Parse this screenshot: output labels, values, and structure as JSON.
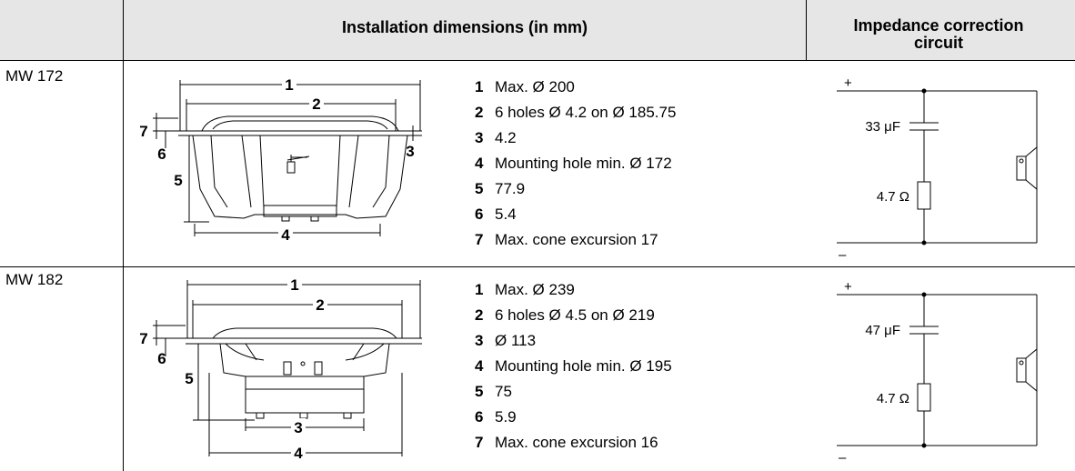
{
  "header": {
    "installation_title": "Installation dimensions (in mm)",
    "impedance_title_line1": "Impedance correction",
    "impedance_title_line2": "circuit"
  },
  "rows": [
    {
      "model": "MW 172",
      "items": [
        {
          "num": "1",
          "text": "Max. Ø 200"
        },
        {
          "num": "2",
          "text": "6 holes Ø 4.2 on Ø 185.75"
        },
        {
          "num": "3",
          "text": "4.2"
        },
        {
          "num": "4",
          "text": "Mounting hole min. Ø 172"
        },
        {
          "num": "5",
          "text": "77.9"
        },
        {
          "num": "6",
          "text": "5.4"
        },
        {
          "num": "7",
          "text": "Max. cone excursion 17"
        }
      ],
      "drawing_labels": {
        "d1": "1",
        "d2": "2",
        "d3": "3",
        "d4": "4",
        "d5": "5",
        "d6": "6",
        "d7": "7"
      },
      "circuit": {
        "capacitor": "33 μF",
        "resistor": "4.7 Ω",
        "plus": "+",
        "minus": "–"
      }
    },
    {
      "model": "MW 182",
      "items": [
        {
          "num": "1",
          "text": "Max. Ø 239"
        },
        {
          "num": "2",
          "text": "6 holes Ø 4.5 on Ø 219"
        },
        {
          "num": "3",
          "text": "Ø 113"
        },
        {
          "num": "4",
          "text": "Mounting hole min. Ø 195"
        },
        {
          "num": "5",
          "text": "75"
        },
        {
          "num": "6",
          "text": "5.9"
        },
        {
          "num": "7",
          "text": "Max. cone excursion 16"
        }
      ],
      "drawing_labels": {
        "d1": "1",
        "d2": "2",
        "d3": "3",
        "d4": "4",
        "d5": "5",
        "d6": "6",
        "d7": "7"
      },
      "circuit": {
        "capacitor": "47 μF",
        "resistor": "4.7 Ω",
        "plus": "+",
        "minus": "–"
      }
    }
  ]
}
